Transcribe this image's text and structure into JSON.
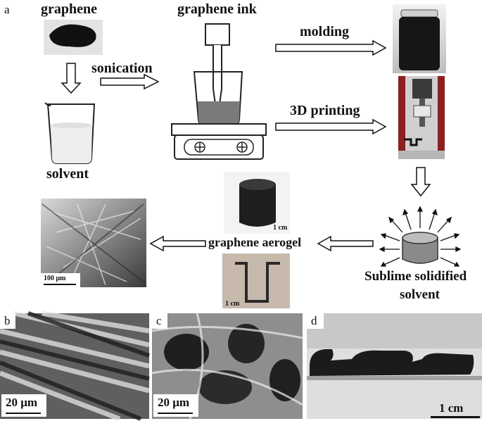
{
  "panel_letters": {
    "a": "a",
    "b": "b",
    "c": "c",
    "d": "d"
  },
  "labels": {
    "graphene": "graphene",
    "graphene_ink": "graphene ink",
    "sonication": "sonication",
    "solvent": "solvent",
    "molding": "molding",
    "printing": "3D printing",
    "aerogel": "graphene aerogel",
    "sublime_line1": "Sublime solidified",
    "sublime_line2": "solvent"
  },
  "scale_bars": {
    "aerogel_photo": "1 cm",
    "printed_photo": "1 cm",
    "sem_top": "100 μm",
    "panel_b": "20 μm",
    "panel_c": "20 μm",
    "panel_d": "1 cm"
  }
}
